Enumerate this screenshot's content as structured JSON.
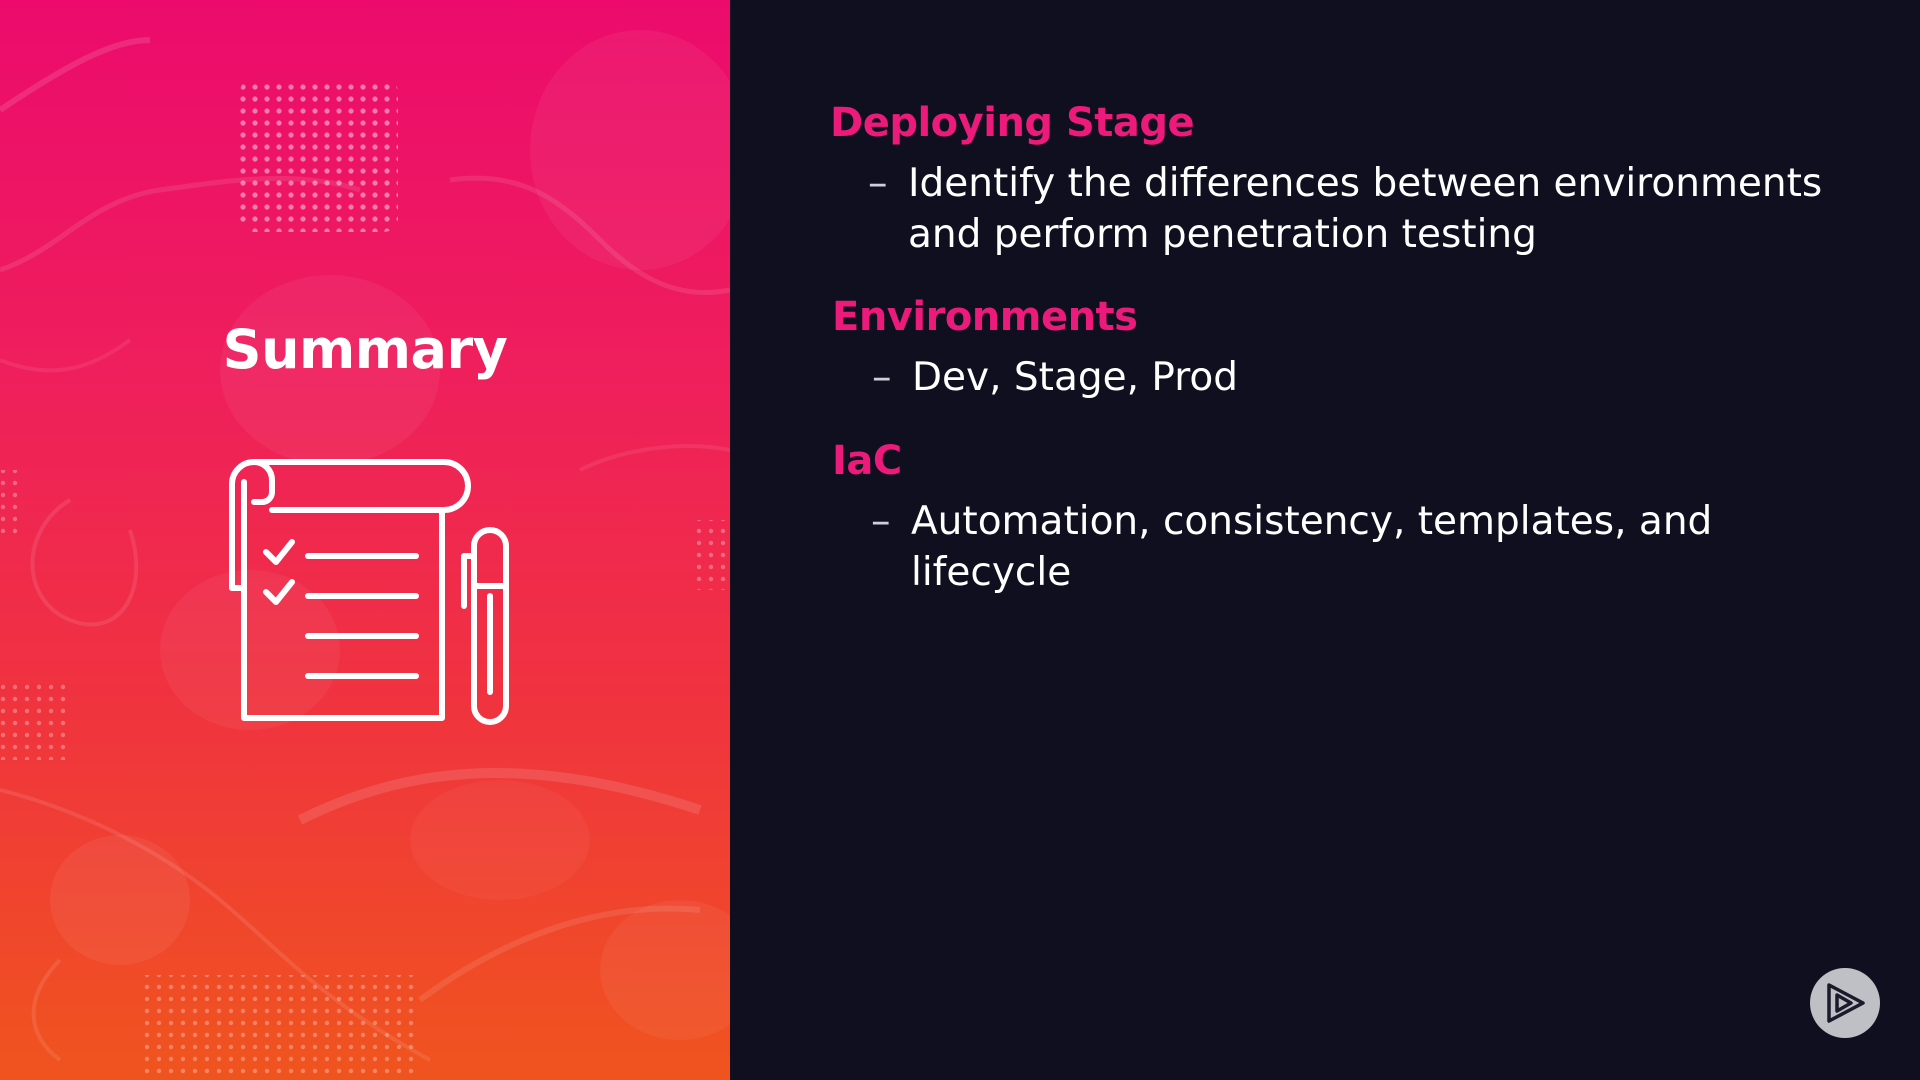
{
  "left": {
    "title": "Summary",
    "icon": "checklist-with-pen-icon"
  },
  "sections": [
    {
      "heading": "Deploying Stage",
      "bullet": "Identify the differences between environments and perform penetration testing"
    },
    {
      "heading": "Environments",
      "bullet": "Dev, Stage, Prod"
    },
    {
      "heading": "IaC",
      "bullet": "Automation, consistency, templates, and lifecycle"
    }
  ],
  "bullet_dash": "–",
  "controls": {
    "play_icon": "play-logo-icon"
  },
  "colors": {
    "heading": "#ec1a7a",
    "background": "#100f1f",
    "gradient_top": "#ec0b6c",
    "gradient_bottom": "#f0541e"
  }
}
